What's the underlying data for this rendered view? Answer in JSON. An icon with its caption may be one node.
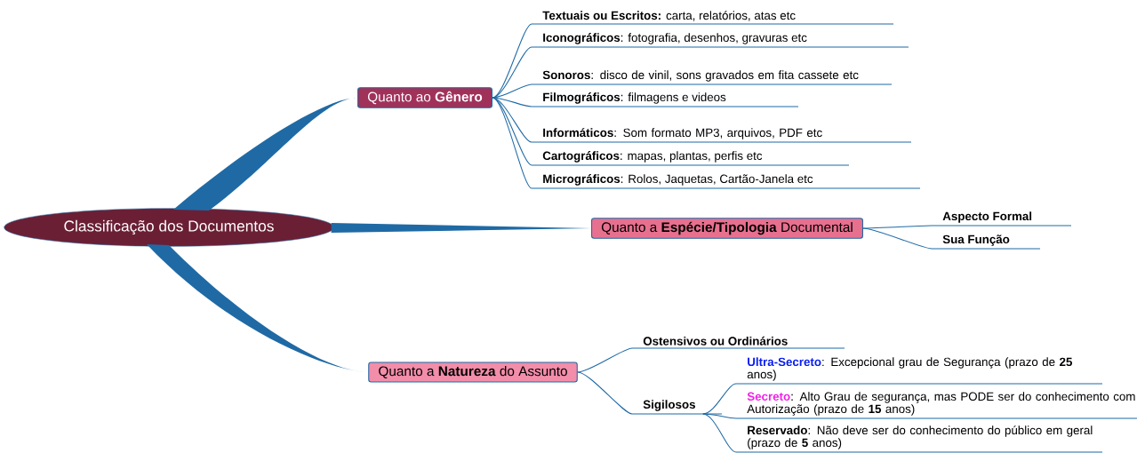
{
  "diagram": {
    "nodes": [
      {
        "text": [
          "Classificação dos Documentos"
        ]
      },
      {
        "text": [
          "Quanto ao **Gênero**"
        ]
      },
      {
        "text": [
          "**Textuais ou Escritos:** carta, relatórios, atas etc"
        ]
      },
      {
        "text": [
          "**Iconográficos**: fotografia, desenhos, gravuras etc"
        ]
      },
      {
        "text": [
          "**Sonoros**: disco de vinil, sons gravados em fita cassete etc"
        ]
      },
      {
        "text": [
          "**Filmográficos**: filmagens e videos"
        ]
      },
      {
        "text": [
          "**Informáticos**: Som formato MP3, arquivos, PDF etc"
        ]
      },
      {
        "text": [
          "**Cartográficos**: mapas, plantas, perfis etc"
        ]
      },
      {
        "text": [
          "**Micrográficos**: Rolos, Jaquetas, Cartão-Janela etc"
        ]
      },
      {
        "text": [
          "Quanto a **Espécie/Tipologia** Documental"
        ]
      },
      {
        "text": [
          "Aspecto Formal"
        ]
      },
      {
        "text": [
          "Sua Função"
        ]
      },
      {
        "text": [
          "Quanto a **Natureza** do Assunto"
        ]
      },
      {
        "text": [
          "Ostensivos ou Ordinários"
        ]
      },
      {
        "text": [
          "Sigilosos"
        ]
      },
      {
        "text": [
          "**Ultra-Secreto**: Excepcional grau de Segurança (prazo de **25** anos)"
        ]
      },
      {
        "text": [
          "**Secreto**: Alto Grau de segurança, mas PODE ser do conhecimento com Autorização (prazo de **15** anos)"
        ]
      },
      {
        "text": [
          "**Reservado**: Não deve ser do conhecimento do público em geral (prazo de **5** anos)"
        ]
      }
    ],
    "edges": [
      {
        "from": 0,
        "to": 1,
        "arrow": "none",
        "style": "thick"
      },
      {
        "from": 0,
        "to": 9,
        "arrow": "none",
        "style": "thick"
      },
      {
        "from": 0,
        "to": 12,
        "arrow": "none",
        "style": "thick"
      },
      {
        "from": 1,
        "to": 2,
        "arrow": "none"
      },
      {
        "from": 1,
        "to": 3,
        "arrow": "none"
      },
      {
        "from": 1,
        "to": 4,
        "arrow": "none"
      },
      {
        "from": 1,
        "to": 5,
        "arrow": "none"
      },
      {
        "from": 1,
        "to": 6,
        "arrow": "none"
      },
      {
        "from": 1,
        "to": 7,
        "arrow": "none"
      },
      {
        "from": 1,
        "to": 8,
        "arrow": "none"
      },
      {
        "from": 9,
        "to": 10,
        "arrow": "none"
      },
      {
        "from": 9,
        "to": 11,
        "arrow": "none"
      },
      {
        "from": 12,
        "to": 13,
        "arrow": "none"
      },
      {
        "from": 12,
        "to": 14,
        "arrow": "none"
      },
      {
        "from": 14,
        "to": 15,
        "arrow": "none"
      },
      {
        "from": 14,
        "to": 16,
        "arrow": "none"
      },
      {
        "from": 14,
        "to": 17,
        "arrow": "none"
      }
    ]
  }
}
